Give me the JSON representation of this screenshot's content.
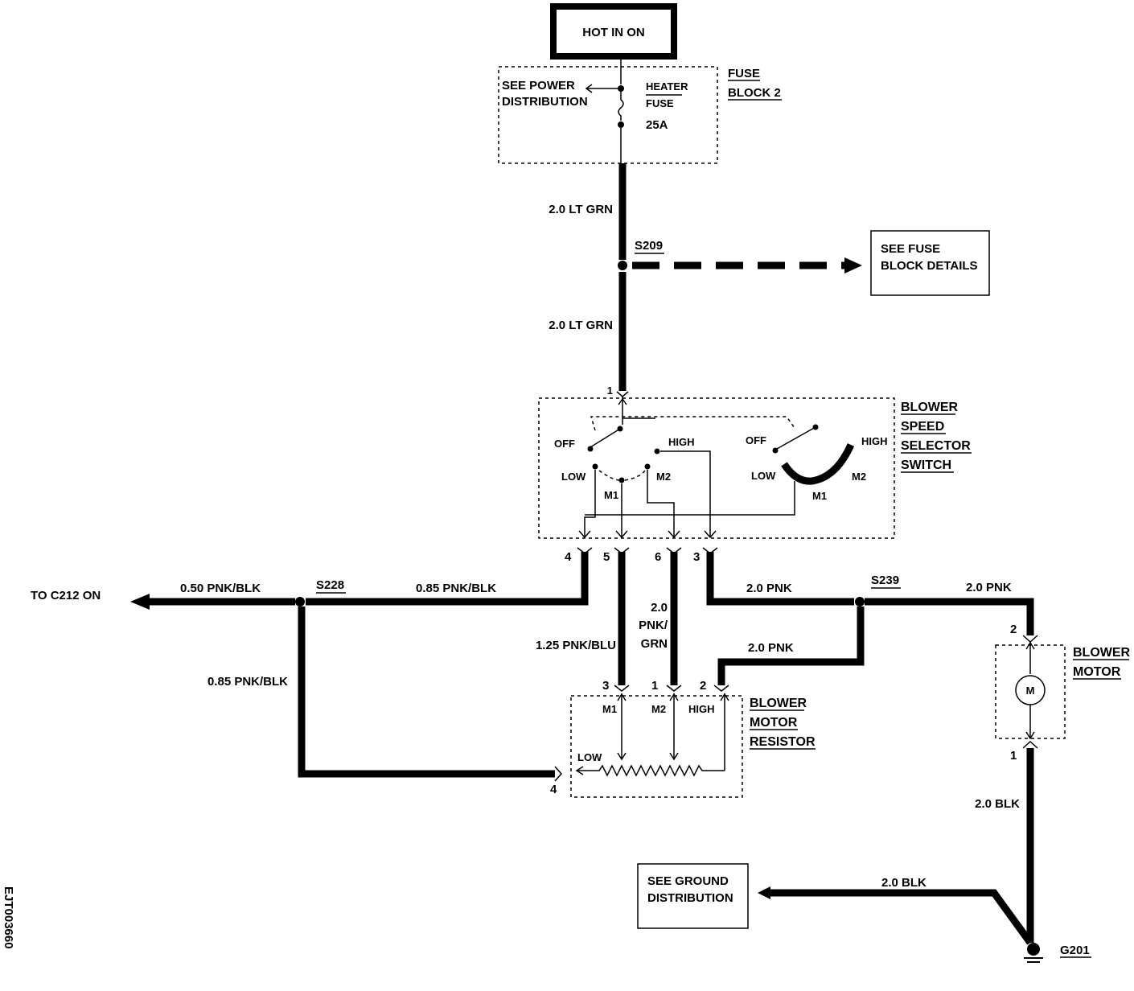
{
  "hot_label": "HOT IN ON",
  "fuse_block": {
    "see_power_line1": "SEE POWER",
    "see_power_line2": "DISTRIBUTION",
    "heater_line1": "HEATER",
    "heater_line2": "FUSE",
    "rating": "25A",
    "name_line1": "FUSE",
    "name_line2": "BLOCK 2"
  },
  "wires": {
    "w_top": "2.0 LT GRN",
    "w_mid": "2.0 LT GRN",
    "w_c212_a": "0.50 PNK/BLK",
    "w_c212_b": "0.85 PNK/BLK",
    "w_down_left": "0.85 PNK/BLK",
    "w_m1": "1.25 PNK/BLU",
    "w_m2_line1": "2.0",
    "w_m2_line2": "PNK/",
    "w_m2_line3": "GRN",
    "w_pnk_a": "2.0 PNK",
    "w_pnk_b": "2.0 PNK",
    "w_pnk_c": "2.0 PNK",
    "w_blk_a": "2.0 BLK",
    "w_blk_b": "2.0 BLK"
  },
  "splices": {
    "s209": "S209",
    "s228": "S228",
    "s239": "S239"
  },
  "fuse_details_line1": "SEE FUSE",
  "fuse_details_line2": "BLOCK DETAILS",
  "to_c212": "TO C212 ON",
  "switch": {
    "name_line1": "BLOWER",
    "name_line2": "SPEED",
    "name_line3": "SELECTOR",
    "name_line4": "SWITCH",
    "off_left": "OFF",
    "low_left": "LOW",
    "high_left": "HIGH",
    "m1_left": "M1",
    "m2_left": "M2",
    "off_right": "OFF",
    "high_right": "HIGH",
    "low_right": "LOW",
    "m1_right": "M1",
    "m2_right": "M2",
    "pin_top": "1",
    "pin4": "4",
    "pin5": "5",
    "pin6": "6",
    "pin3": "3"
  },
  "resistor": {
    "name_line1": "BLOWER",
    "name_line2": "MOTOR",
    "name_line3": "RESISTOR",
    "m1": "M1",
    "m2": "M2",
    "high": "HIGH",
    "low": "LOW",
    "pin3": "3",
    "pin1": "1",
    "pin2": "2",
    "pin4": "4"
  },
  "motor": {
    "name_line1": "BLOWER",
    "name_line2": "MOTOR",
    "symbol": "M",
    "pin2": "2",
    "pin1": "1"
  },
  "ground": {
    "see_line1": "SEE GROUND",
    "see_line2": "DISTRIBUTION",
    "g201": "G201"
  },
  "side_code": "EJT003660"
}
